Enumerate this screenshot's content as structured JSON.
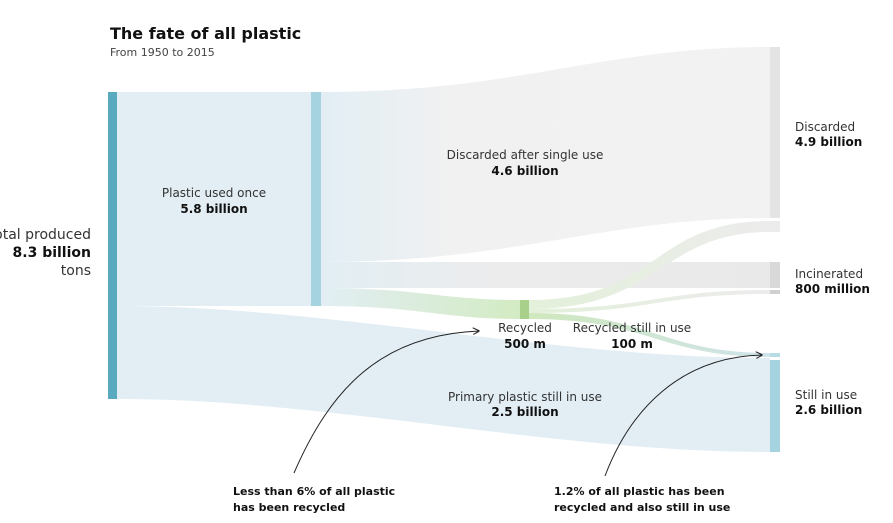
{
  "title": "The fate of all plastic",
  "subtitle": "From 1950 to 2015",
  "chart_data": {
    "type": "sankey",
    "unit": "tons",
    "nodes": [
      {
        "id": "total",
        "label": "Total produced",
        "value_label": "8.3 billion",
        "unit_label": "tons",
        "value": 8.3
      },
      {
        "id": "used_once",
        "label": "Plastic used once",
        "value_label": "5.8 billion",
        "value": 5.8
      },
      {
        "id": "recycled",
        "label": "Recycled",
        "value_label": "500 m",
        "value": 0.5
      },
      {
        "id": "discarded",
        "label": "Discarded",
        "value_label": "4.9 billion",
        "value": 4.9
      },
      {
        "id": "incinerated",
        "label": "Incinerated",
        "value_label": "800 million",
        "value": 0.8
      },
      {
        "id": "still_in_use",
        "label": "Still in use",
        "value_label": "2.6 billion",
        "value": 2.6
      }
    ],
    "flows": [
      {
        "from": "total",
        "to": "used_once",
        "value": 5.8
      },
      {
        "from": "total",
        "to": "still_in_use",
        "label": "Primary plastic still in use",
        "value_label": "2.5 billion",
        "value": 2.5
      },
      {
        "from": "used_once",
        "to": "discarded",
        "label": "Discarded after single use",
        "value_label": "4.6 billion",
        "value": 4.6
      },
      {
        "from": "used_once",
        "to": "incinerated",
        "value": 0.7
      },
      {
        "from": "used_once",
        "to": "recycled",
        "value": 0.5
      },
      {
        "from": "recycled",
        "to": "discarded",
        "value": 0.3
      },
      {
        "from": "recycled",
        "to": "incinerated",
        "value": 0.1
      },
      {
        "from": "recycled",
        "to": "still_in_use",
        "label": "Recycled still in use",
        "value_label": "100 m",
        "value": 0.1
      }
    ],
    "annotations": [
      {
        "line1": "Less than 6% of all plastic",
        "line2": "has been recycled"
      },
      {
        "line1": "1.2% of all plastic has been",
        "line2": "recycled and also still in use"
      }
    ]
  },
  "colors": {
    "total_bar": "#5aaabf",
    "used_once_bar": "#a6d3e0",
    "blue_flow": "#e2eef4",
    "discard_flow": "#ececec",
    "discard_bar": "#e2e2e2",
    "incin_bar": "#d8d8d8",
    "recycled_bar": "#a8d08a",
    "recycled_flow": "#dcefd0",
    "still_bar": "#a6d3e0"
  }
}
